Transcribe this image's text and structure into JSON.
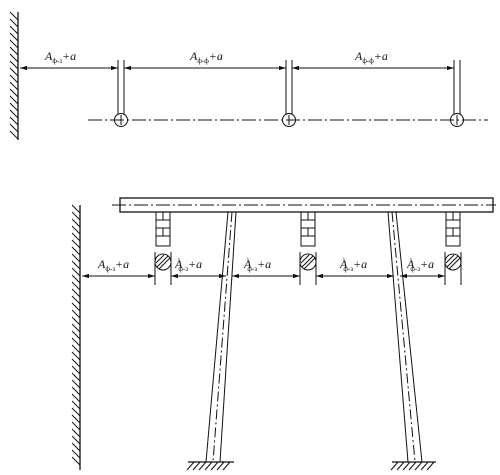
{
  "top_figure": {
    "dim_wall_to_first": {
      "symbol": "A",
      "subscript": "ф-з",
      "suffix": "+a"
    },
    "dim_first_to_second": {
      "symbol": "A",
      "subscript": "ф-ф",
      "suffix": "+a"
    },
    "dim_second_to_third": {
      "symbol": "A",
      "subscript": "ф-ф",
      "suffix": "+a"
    }
  },
  "bottom_figure": {
    "dim_wall_to_first": {
      "symbol": "A",
      "subscript": "ф-з",
      "suffix": "+a"
    },
    "dim_first_to_pole": {
      "symbol": "A",
      "superscript": "1",
      "subscript": "ф-з",
      "suffix": "+a"
    },
    "dim_pole_to_second": {
      "symbol": "A",
      "superscript": "1",
      "subscript": "ф-з",
      "suffix": "+a"
    },
    "dim_second_to_pole": {
      "symbol": "A",
      "superscript": "1",
      "subscript": "ф-з",
      "suffix": "+a"
    },
    "dim_pole_to_third": {
      "symbol": "A",
      "superscript": "1",
      "subscript": "ф-з",
      "suffix": "+a"
    }
  }
}
